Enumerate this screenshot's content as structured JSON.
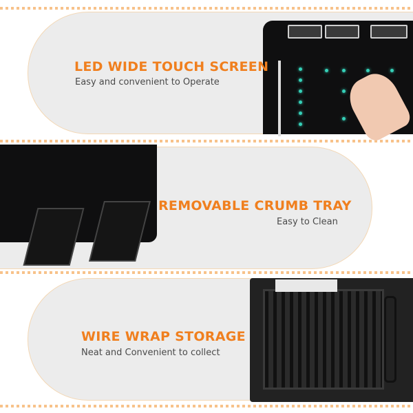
{
  "features": [
    {
      "title": "LED WIDE TOUCH SCREEN",
      "subtitle": "Easy and convenient to Operate"
    },
    {
      "title": "REMOVABLE CRUMB TRAY",
      "subtitle": "Easy to Clean"
    },
    {
      "title": "WIRE WRAP STORAGE",
      "subtitle": "Neat and Convenient to collect"
    }
  ],
  "colors": {
    "accent": "#f07f1e",
    "panel": "#ececec",
    "display_glow": "#35d0b8"
  }
}
